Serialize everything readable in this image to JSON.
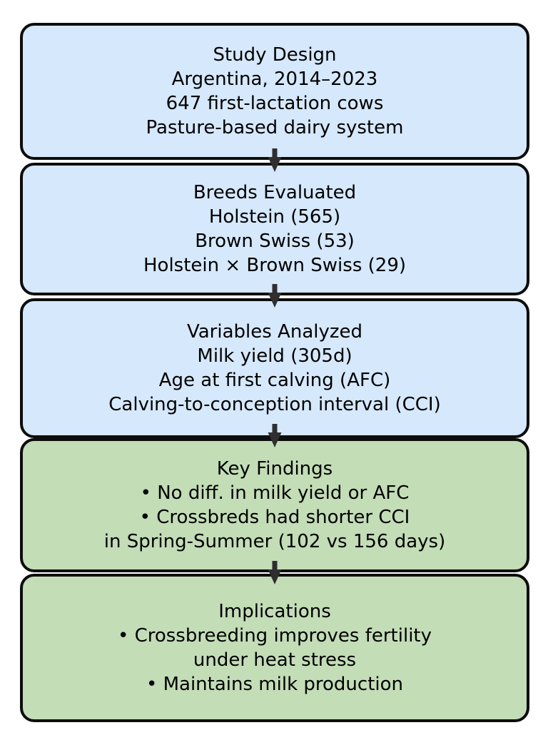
{
  "diagram": {
    "title": "Study flowchart: crossbreeding in Argentine pasture-based dairy",
    "type": "vertical-flowchart",
    "orientation": "top-to-bottom",
    "colors": {
      "blue_fill": "#d6e8fb",
      "green_fill": "#c3ddb7",
      "border": "#0d0d0d",
      "text": "#000000",
      "background": "#ffffff"
    },
    "nodes": [
      {
        "id": "node-1",
        "fill": "blue",
        "heading": "Study Design",
        "lines": [
          "Study Design",
          "Argentina, 2014–2023",
          "647 first-lactation cows",
          "Pasture-based dairy system"
        ]
      },
      {
        "id": "node-2",
        "fill": "blue",
        "heading": "Breeds Evaluated",
        "lines": [
          "Breeds Evaluated",
          "Holstein (565)",
          "Brown Swiss (53)",
          "Holstein × Brown Swiss (29)"
        ]
      },
      {
        "id": "node-3",
        "fill": "blue",
        "heading": "Variables Analyzed",
        "lines": [
          "Variables Analyzed",
          "Milk yield (305d)",
          "Age at first calving (AFC)",
          "Calving-to-conception interval (CCI)"
        ]
      },
      {
        "id": "node-4",
        "fill": "green",
        "heading": "Key Findings",
        "lines": [
          "Key Findings",
          "• No diff. in milk yield or AFC",
          "• Crossbreds had shorter CCI",
          "in Spring-Summer (102 vs 156 days)"
        ]
      },
      {
        "id": "node-5",
        "fill": "green",
        "heading": "Implications",
        "lines": [
          "Implications",
          "• Crossbreeding improves fertility",
          "under heat stress",
          "• Maintains milk production"
        ]
      }
    ],
    "edges": [
      {
        "id": "edge-1",
        "from": "node-1",
        "to": "node-2",
        "marker": "arrow-down-icon"
      },
      {
        "id": "edge-2",
        "from": "node-2",
        "to": "node-3",
        "marker": "arrow-down-icon"
      },
      {
        "id": "edge-3",
        "from": "node-3",
        "to": "node-4",
        "marker": "arrow-down-icon"
      },
      {
        "id": "edge-4",
        "from": "node-4",
        "to": "node-5",
        "marker": "arrow-down-icon"
      }
    ]
  }
}
